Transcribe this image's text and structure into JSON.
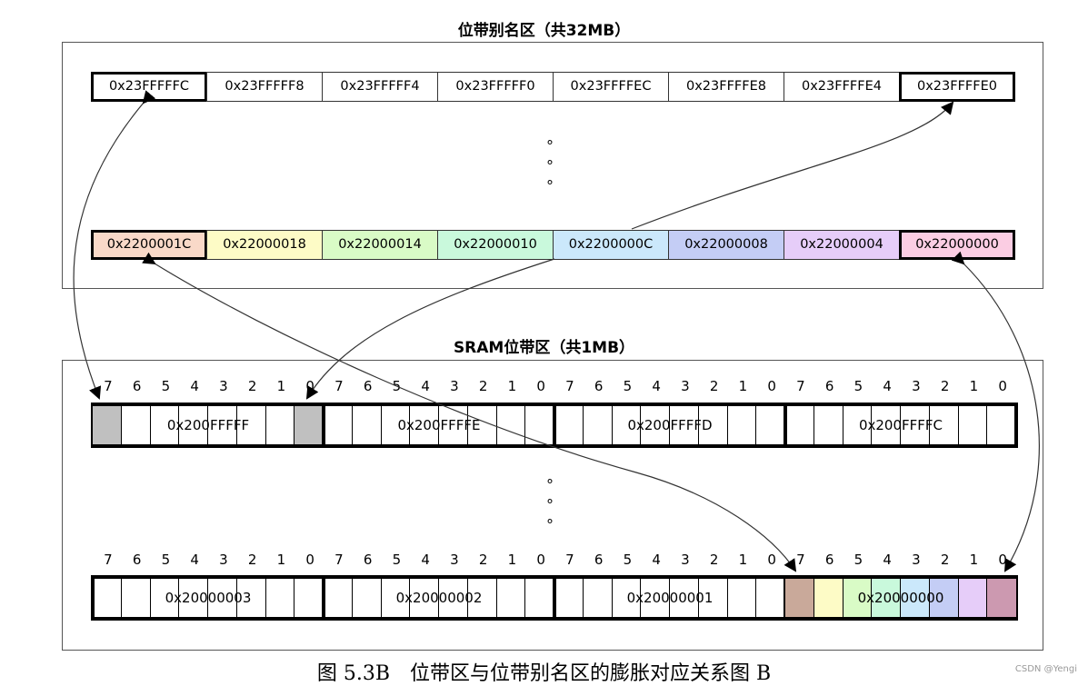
{
  "alias_region": {
    "title": "位带别名区（共32MB）",
    "top_row": [
      {
        "label": "0x23FFFFFC",
        "color": "#ffffff",
        "bold": true
      },
      {
        "label": "0x23FFFFF8",
        "color": "#ffffff",
        "bold": false
      },
      {
        "label": "0x23FFFFF4",
        "color": "#ffffff",
        "bold": false
      },
      {
        "label": "0x23FFFFF0",
        "color": "#ffffff",
        "bold": false
      },
      {
        "label": "0x23FFFFEC",
        "color": "#ffffff",
        "bold": false
      },
      {
        "label": "0x23FFFFE8",
        "color": "#ffffff",
        "bold": false
      },
      {
        "label": "0x23FFFFE4",
        "color": "#ffffff",
        "bold": false
      },
      {
        "label": "0x23FFFFE0",
        "color": "#ffffff",
        "bold": true
      }
    ],
    "bottom_row": [
      {
        "label": "0x2200001C",
        "color": "#f9d9c8",
        "bold": true
      },
      {
        "label": "0x22000018",
        "color": "#fdfbc6",
        "bold": false
      },
      {
        "label": "0x22000014",
        "color": "#d9fbc6",
        "bold": false
      },
      {
        "label": "0x22000010",
        "color": "#c9f9dc",
        "bold": false
      },
      {
        "label": "0x2200000C",
        "color": "#cbe8fb",
        "bold": false
      },
      {
        "label": "0x22000008",
        "color": "#c4cdf5",
        "bold": false
      },
      {
        "label": "0x22000004",
        "color": "#e6cdf9",
        "bold": false
      },
      {
        "label": "0x22000000",
        "color": "#fbcde3",
        "bold": true
      }
    ],
    "ellipsis": "°\n°\n°"
  },
  "sram_region": {
    "title": "SRAM位带区（共1MB）",
    "bit_numbers": [
      "7",
      "6",
      "5",
      "4",
      "3",
      "2",
      "1",
      "0"
    ],
    "top_bytes": [
      "0x200FFFFF",
      "0x200FFFFE",
      "0x200FFFFD",
      "0x200FFFFC"
    ],
    "bottom_bytes": [
      "0x20000003",
      "0x20000002",
      "0x20000001",
      "0x20000000"
    ],
    "top_highlight_color": "#c0c0c0",
    "bottom_bit_colors": [
      "#c9a99a",
      "#fdfbc6",
      "#d9fbc6",
      "#c9f9dc",
      "#cbe8fb",
      "#c4cdf5",
      "#e6cdf9",
      "#cc99b0"
    ],
    "ellipsis": "°\n°\n°"
  },
  "caption": "图 5.3B　位带区与位带别名区的膨胀对应关系图 B",
  "watermark": "CSDN @Yengi"
}
